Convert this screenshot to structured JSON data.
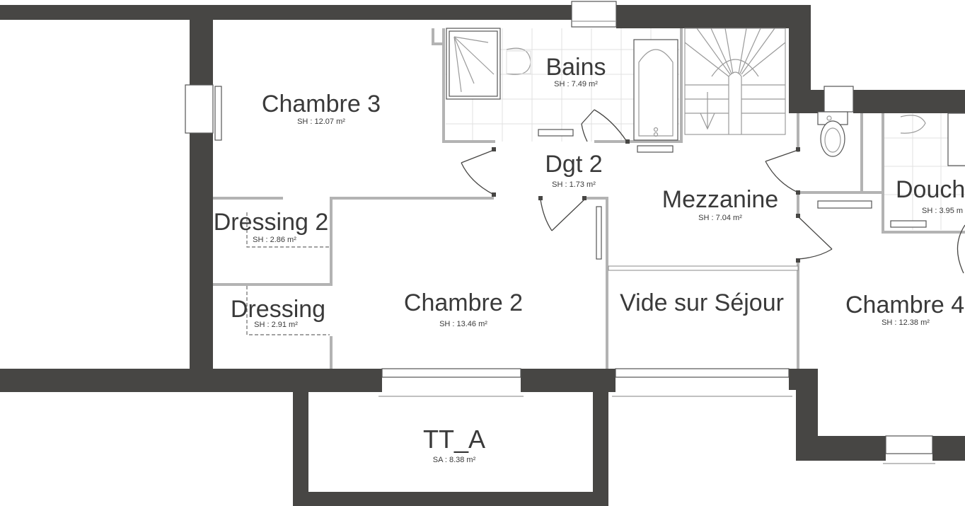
{
  "rooms": {
    "chambre3": {
      "name": "Chambre 3",
      "area": "SH : 12.07 m²"
    },
    "bains": {
      "name": "Bains",
      "area": "SH : 7.49 m²"
    },
    "dgt2": {
      "name": "Dgt 2",
      "area": "SH : 1.73 m²"
    },
    "mezzanine": {
      "name": "Mezzanine",
      "area": "SH : 7.04 m²"
    },
    "douche": {
      "name": "Douch",
      "area": "SH : 3.95 m"
    },
    "dressing2": {
      "name": "Dressing 2",
      "area": "SH : 2.86 m²"
    },
    "dressing": {
      "name": "Dressing",
      "area": "SH : 2.91 m²"
    },
    "chambre2": {
      "name": "Chambre 2",
      "area": "SH : 13.46 m²"
    },
    "vide_sejour": {
      "name": "Vide sur Séjour"
    },
    "chambre4": {
      "name": "Chambre 4",
      "area": "SH : 12.38 m²"
    },
    "tt_a": {
      "name": "TT_A",
      "area": "SA : 8.38 m²"
    }
  },
  "colors": {
    "wall": "#474644",
    "partition": "#b3b3b3",
    "text": "#3a3a3a",
    "background": "#ffffff"
  }
}
